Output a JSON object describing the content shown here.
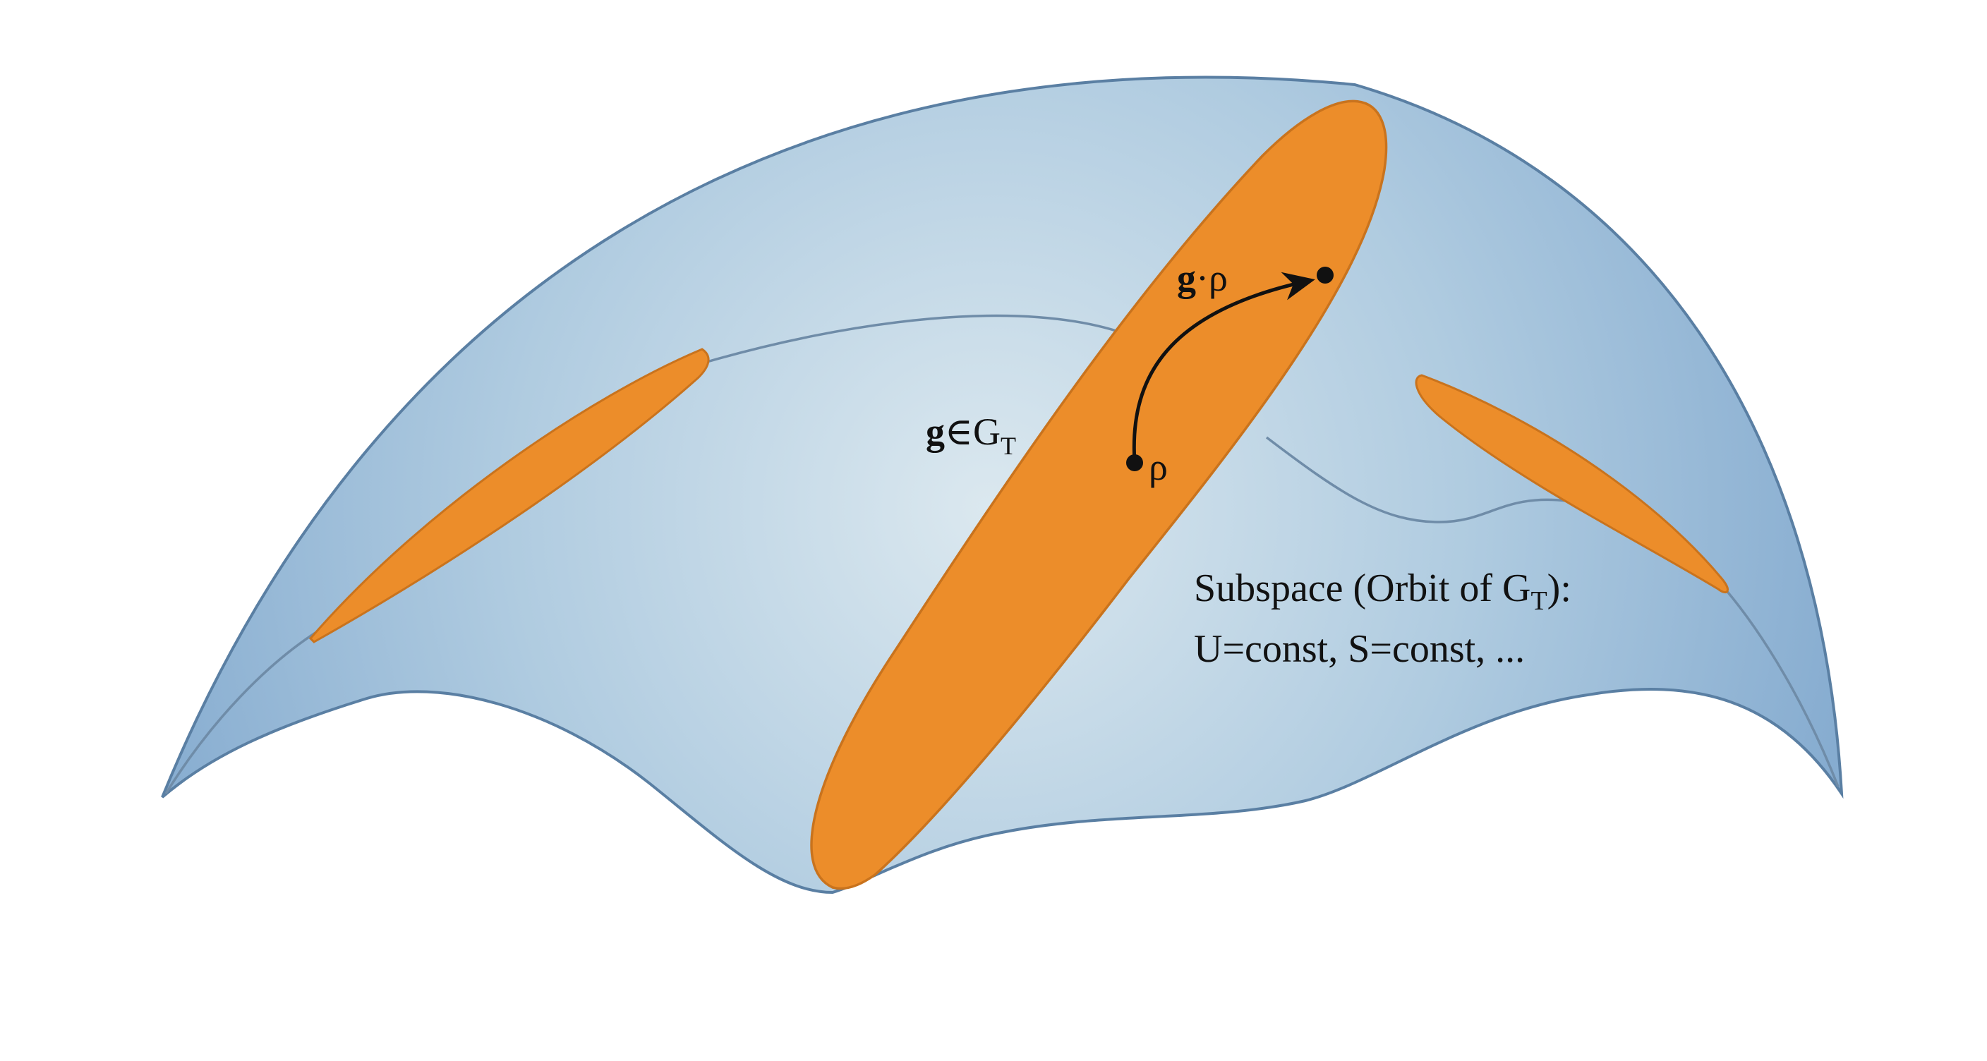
{
  "labels": {
    "group_element": "g∈G",
    "group_element_bold": "g",
    "group_element_rest": "∈G",
    "group_subscript": "T",
    "transformed_state_bold": "g",
    "transformed_state_rest": "·ρ",
    "state": "ρ",
    "subspace_line1_main": "Subspace (Orbit of G",
    "subspace_line1_sub": "T",
    "subspace_line1_end": "):",
    "subspace_line2": "U=const, S=const, ..."
  },
  "colors": {
    "surface_center": "#dbe8ef",
    "surface_edge": "#8fb4d2",
    "surface_outline": "#5a7fa3",
    "orbit_fill": "#ec8d2a",
    "orbit_outline": "#c9731d",
    "curve": "#6f8ca8",
    "arrow": "#111111"
  }
}
